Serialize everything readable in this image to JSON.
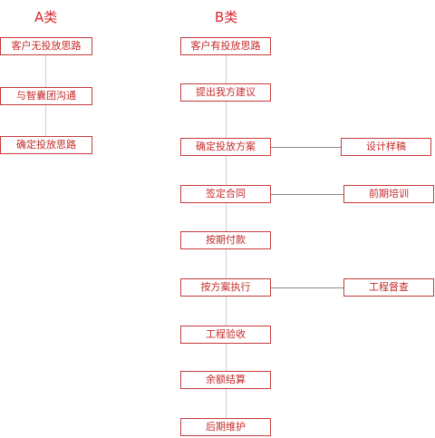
{
  "headings": {
    "a": "A类",
    "b": "B类"
  },
  "column_a": {
    "steps": [
      "客户无投放思路",
      "与智囊团沟通",
      "确定投放思路"
    ]
  },
  "column_b": {
    "steps": [
      "客户有投放思路",
      "提出我方建议",
      "确定投放方案",
      "签定合同",
      "按期付款",
      "按方案执行",
      "工程验收",
      "余额结算",
      "后期维护"
    ]
  },
  "side_tasks": [
    "设计样稿",
    "前期培训",
    "工程督查"
  ]
}
